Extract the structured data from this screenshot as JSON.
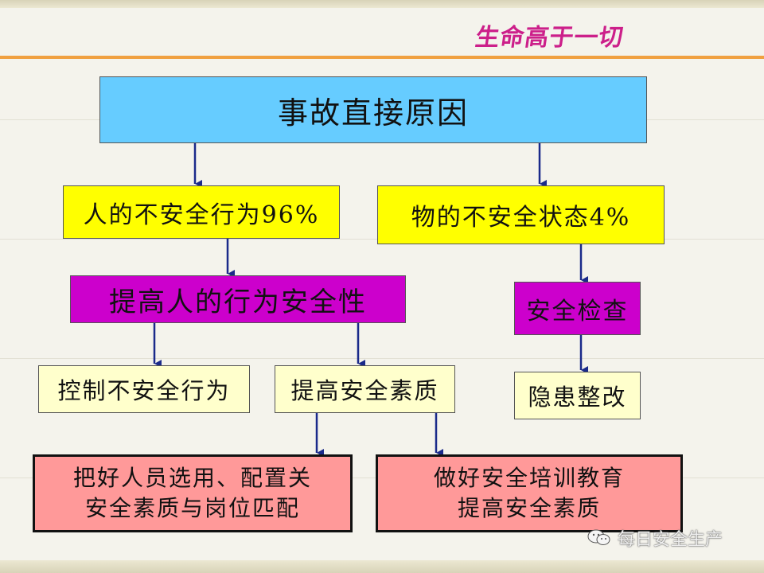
{
  "header": {
    "title": "生命高于一切"
  },
  "nodes": {
    "root": "事故直接原因",
    "human_behavior": "人的不安全行为96%",
    "object_state": "物的不安全状态4%",
    "improve_behavior": "提高人的行为安全性",
    "safety_check": "安全检查",
    "control_unsafe": "控制不安全行为",
    "improve_quality": "提高安全素质",
    "hazard_fix": "隐患整改",
    "selection_line1": "把好人员选用、配置关",
    "selection_line2": "安全素质与岗位匹配",
    "training_line1": "做好安全培训教育",
    "training_line2": "提高安全素质"
  },
  "watermark": {
    "text": "每日安全生产",
    "icon": "wechat-icon"
  },
  "colors": {
    "root": "#66ccff",
    "cause": "#ffff00",
    "measure": "#cc00cc",
    "action": "#ffffcc",
    "detail": "#ff9999",
    "arrow": "#1a2a8a",
    "title": "#cc1f8a",
    "rule": "#f0a040"
  }
}
